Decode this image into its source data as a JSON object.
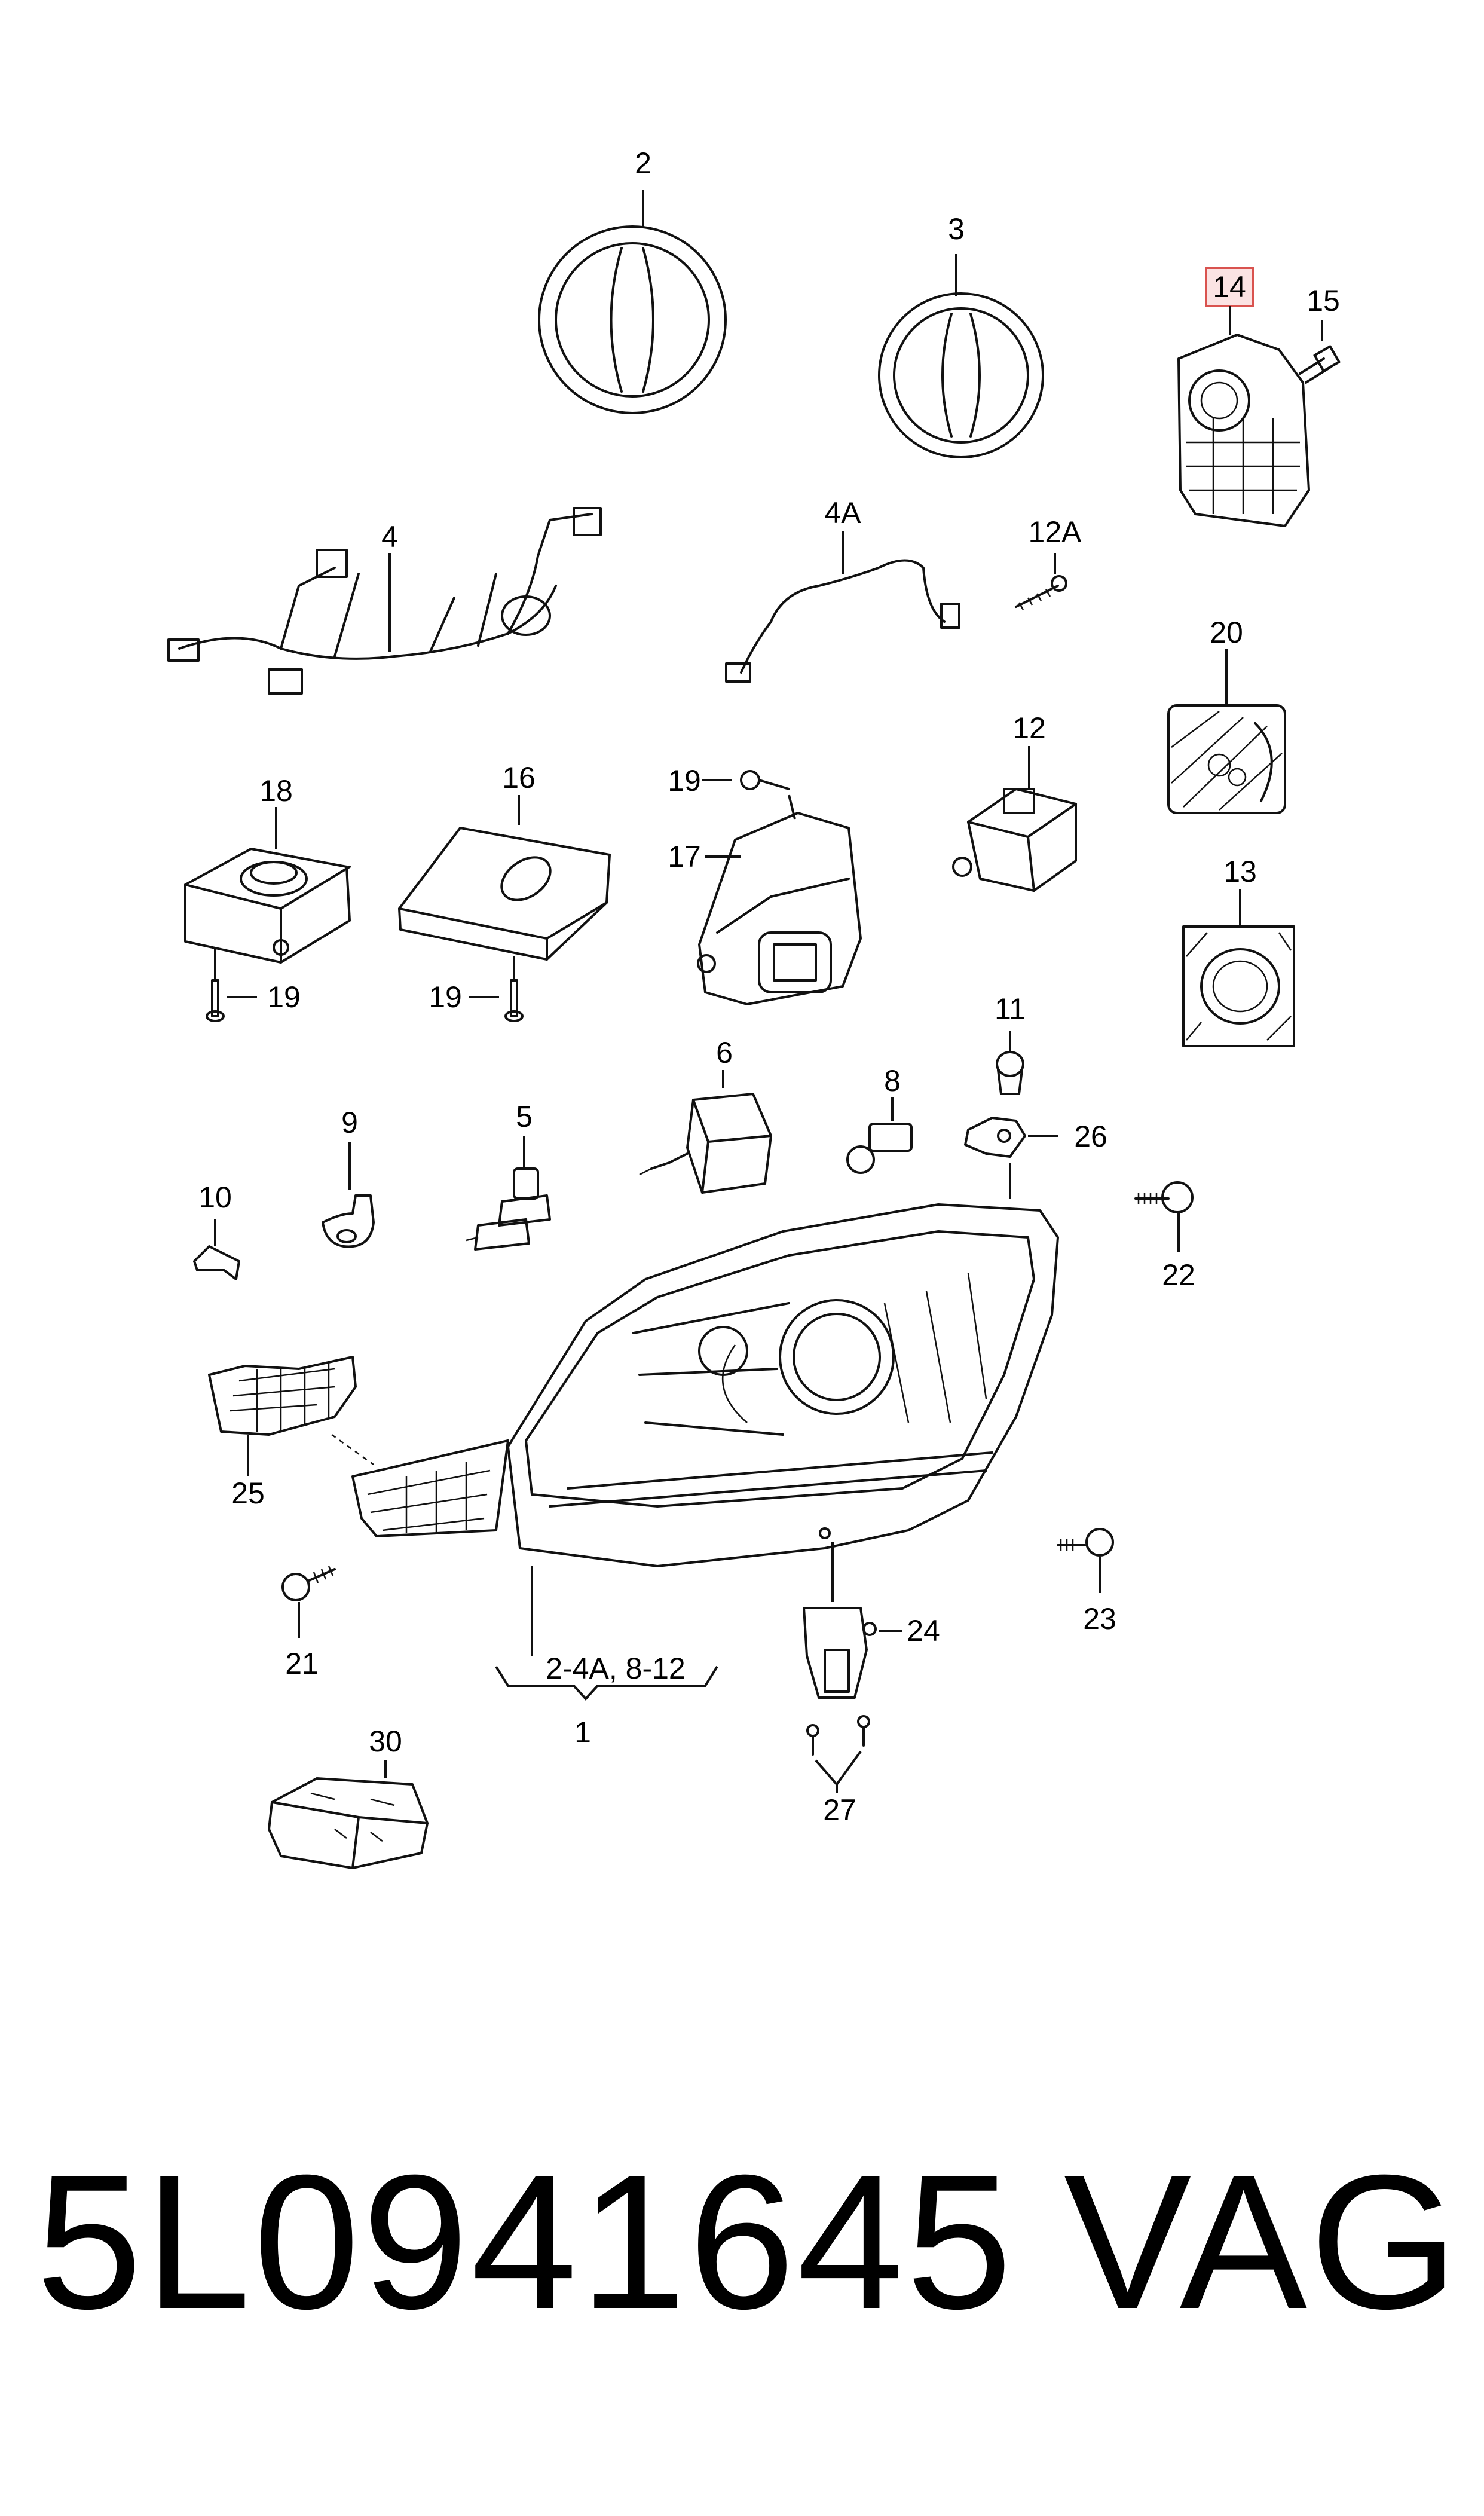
{
  "callouts": {
    "c2": "2",
    "c3": "3",
    "c14": "14",
    "c15": "15",
    "c4": "4",
    "c4a": "4A",
    "c12a": "12A",
    "c20": "20",
    "c18": "18",
    "c16": "16",
    "c19a": "19",
    "c17": "17",
    "c12": "12",
    "c19b": "19",
    "c19c": "19",
    "c13": "13",
    "c6": "6",
    "c11": "11",
    "c9": "9",
    "c5": "5",
    "c8": "8",
    "c26": "26",
    "c10": "10",
    "c22": "22",
    "c25": "25",
    "c23": "23",
    "c21": "21",
    "c24": "24",
    "c_range": "2-4A, 8-12",
    "c1": "1",
    "c30": "30",
    "c27": "27"
  },
  "highlight_color": "#d9534f",
  "highlight_fill": "#fbe3e3",
  "part_number": "5L0941645",
  "brand": "VAG"
}
